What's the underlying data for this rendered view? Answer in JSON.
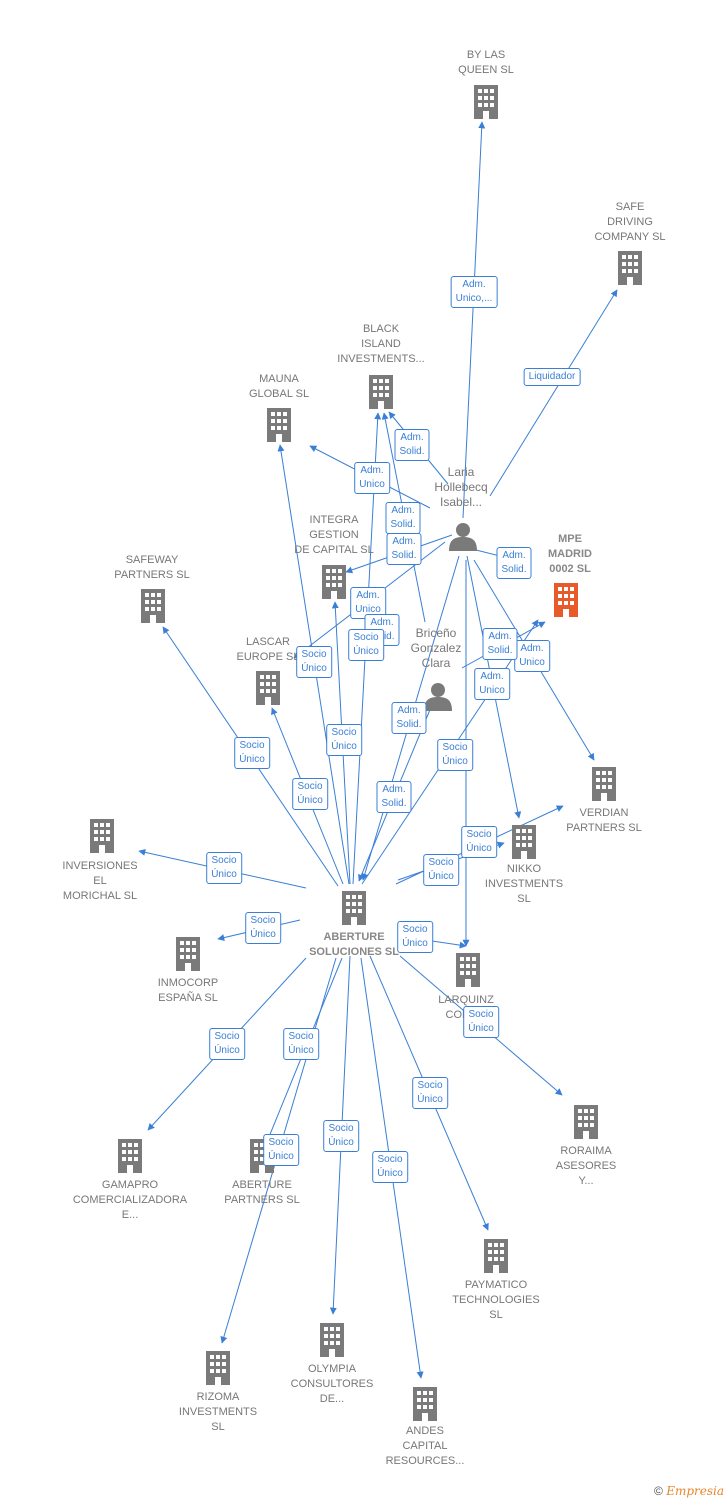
{
  "colors": {
    "edge": "#3a7fd5",
    "company": "#7a7a7a",
    "highlight": "#e85a2a",
    "person": "#7a7a7a"
  },
  "companies": [
    {
      "id": "aberture",
      "name_lines": [
        "ABERTURE",
        "SOLUCIONES SL"
      ],
      "main": true
    },
    {
      "id": "bylasqueen",
      "name_lines": [
        "BY LAS",
        "QUEEN  SL"
      ]
    },
    {
      "id": "safedriving",
      "name_lines": [
        "SAFE",
        "DRIVING",
        "COMPANY SL"
      ]
    },
    {
      "id": "blackisland",
      "name_lines": [
        "BLACK",
        "ISLAND",
        "INVESTMENTS..."
      ]
    },
    {
      "id": "mauna",
      "name_lines": [
        "MAUNA",
        "GLOBAL  SL"
      ]
    },
    {
      "id": "mpe",
      "name_lines": [
        "MPE",
        "MADRID",
        "0002  SL"
      ],
      "highlight": true
    },
    {
      "id": "integra",
      "name_lines": [
        "INTEGRA",
        "GESTION",
        "DE CAPITAL  SL"
      ]
    },
    {
      "id": "safeway",
      "name_lines": [
        "SAFEWAY",
        "PARTNERS  SL"
      ]
    },
    {
      "id": "lascar",
      "name_lines": [
        "LASCAR",
        "EUROPE  SL"
      ]
    },
    {
      "id": "verdian",
      "name_lines": [
        "VERDIAN",
        "PARTNERS  SL"
      ]
    },
    {
      "id": "nikko",
      "name_lines": [
        "NIKKO",
        "INVESTMENTS",
        "SL"
      ]
    },
    {
      "id": "inversiones",
      "name_lines": [
        "INVERSIONES",
        "EL",
        "MORICHAL  SL"
      ]
    },
    {
      "id": "inmocorp",
      "name_lines": [
        "INMOCORP",
        "ESPAÑA  SL"
      ]
    },
    {
      "id": "larquinz",
      "name_lines": [
        "LARQUINZ",
        "CONS..."
      ]
    },
    {
      "id": "roraima",
      "name_lines": [
        "RORAIMA",
        "ASESORES",
        "Y..."
      ]
    },
    {
      "id": "gamapro",
      "name_lines": [
        "GAMAPRO",
        "COMERCIALIZADORA",
        "E..."
      ]
    },
    {
      "id": "aberturep",
      "name_lines": [
        "ABERTURE",
        "PARTNERS SL"
      ]
    },
    {
      "id": "paymatico",
      "name_lines": [
        "PAYMATICO",
        "TECHNOLOGIES",
        "SL"
      ]
    },
    {
      "id": "olympia",
      "name_lines": [
        "OLYMPIA",
        "CONSULTORES",
        "DE..."
      ]
    },
    {
      "id": "rizoma",
      "name_lines": [
        "RIZOMA",
        "INVESTMENTS",
        "SL"
      ]
    },
    {
      "id": "andes",
      "name_lines": [
        "ANDES",
        "CAPITAL",
        "RESOURCES..."
      ]
    }
  ],
  "persons": [
    {
      "id": "laria",
      "name_lines": [
        "Laria",
        "Hollebecq",
        "Isabel..."
      ]
    },
    {
      "id": "briceno",
      "name_lines": [
        "Briceño",
        "Gonzalez",
        "Clara"
      ]
    }
  ],
  "edges": [
    {
      "from": "laria",
      "to": "bylasqueen",
      "label": [
        "Adm.",
        "Unico,..."
      ]
    },
    {
      "from": "laria",
      "to": "safedriving",
      "label": [
        "Liquidador"
      ]
    },
    {
      "from": "laria",
      "to": "blackisland",
      "label": [
        "Adm.",
        "Solid."
      ]
    },
    {
      "from": "laria",
      "to": "mauna",
      "label": [
        "Adm.",
        "Unico"
      ]
    },
    {
      "from": "laria",
      "to": "mpe",
      "label": [
        "Adm.",
        "Solid."
      ]
    },
    {
      "from": "laria",
      "to": "integra",
      "label": [
        "Adm.",
        "Solid."
      ]
    },
    {
      "from": "laria",
      "to": "lascar",
      "label": [
        "Adm.",
        "Unico"
      ]
    },
    {
      "from": "laria",
      "to": "verdian",
      "label": [
        "Adm.",
        "Unico"
      ]
    },
    {
      "from": "laria",
      "to": "nikko",
      "label": [
        "Adm.",
        "Unico"
      ]
    },
    {
      "from": "laria",
      "to": "larquinz",
      "label": [
        "Adm.",
        "Solid."
      ]
    },
    {
      "from": "laria",
      "to": "aberture",
      "label": [
        "Adm.",
        "Solid."
      ]
    },
    {
      "from": "briceno",
      "to": "blackisland",
      "label": [
        "Adm.",
        "Solid."
      ]
    },
    {
      "from": "briceno",
      "to": "mpe",
      "label": [
        "Adm.",
        "Solid."
      ]
    },
    {
      "from": "briceno",
      "to": "aberture",
      "label": [
        "Adm.",
        "Solid."
      ]
    },
    {
      "from": "aberture",
      "to": "blackisland",
      "label": [
        "Socio",
        "Único"
      ]
    },
    {
      "from": "aberture",
      "to": "mauna",
      "label": [
        "Socio",
        "Único"
      ]
    },
    {
      "from": "aberture",
      "to": "integra",
      "label": [
        "Socio",
        "Único"
      ]
    },
    {
      "from": "aberture",
      "to": "safeway",
      "label": [
        "Socio",
        "Único"
      ]
    },
    {
      "from": "aberture",
      "to": "lascar",
      "label": [
        "Socio",
        "Único"
      ]
    },
    {
      "from": "aberture",
      "to": "mpe",
      "label": [
        "Socio",
        "Único"
      ]
    },
    {
      "from": "aberture",
      "to": "verdian",
      "label": [
        "Socio",
        "Único"
      ]
    },
    {
      "from": "aberture",
      "to": "nikko",
      "label": [
        "Socio",
        "Único"
      ]
    },
    {
      "from": "aberture",
      "to": "inversiones",
      "label": [
        "Socio",
        "Único"
      ]
    },
    {
      "from": "aberture",
      "to": "inmocorp",
      "label": [
        "Socio",
        "Único"
      ]
    },
    {
      "from": "aberture",
      "to": "larquinz",
      "label": [
        "Socio",
        "Único"
      ]
    },
    {
      "from": "aberture",
      "to": "roraima",
      "label": [
        "Socio",
        "Único"
      ]
    },
    {
      "from": "aberture",
      "to": "gamapro",
      "label": [
        "Socio",
        "Único"
      ]
    },
    {
      "from": "aberture",
      "to": "aberturep",
      "label": [
        "Socio",
        "Único"
      ]
    },
    {
      "from": "aberture",
      "to": "paymatico",
      "label": [
        "Socio",
        "Único"
      ]
    },
    {
      "from": "aberture",
      "to": "olympia",
      "label": [
        "Socio",
        "Único"
      ]
    },
    {
      "from": "aberture",
      "to": "rizoma",
      "label": [
        "Socio",
        "Único"
      ]
    },
    {
      "from": "aberture",
      "to": "andes",
      "label": [
        "Socio",
        "Único"
      ]
    }
  ],
  "footer": {
    "copyright": "©",
    "brand": "Empresia"
  }
}
